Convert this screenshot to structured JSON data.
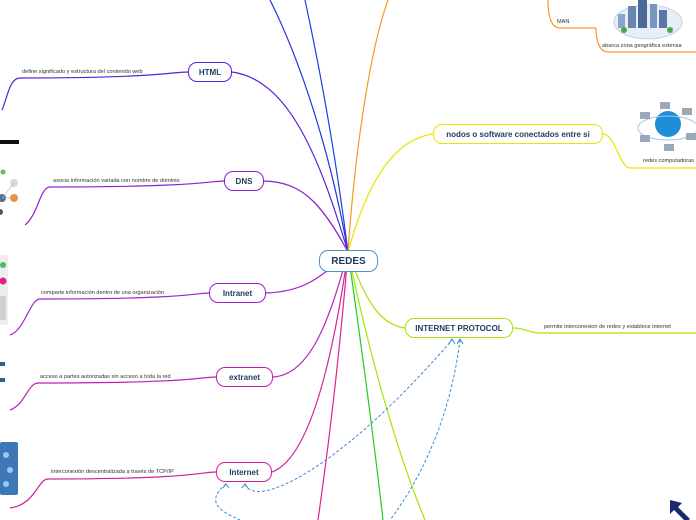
{
  "root": {
    "label": "REDES"
  },
  "branches": [
    {
      "id": "html",
      "label": "HTML",
      "color": "#5b21d6",
      "desc": "define significado y estructura del contenido web"
    },
    {
      "id": "dns",
      "label": "DNS",
      "color": "#8b21d6",
      "desc": "asocia información variada con nombre de dominio"
    },
    {
      "id": "intranet",
      "label": "Intranet",
      "color": "#a020d0",
      "desc": "comparte información dentro de una organización"
    },
    {
      "id": "extranet",
      "label": "extranet",
      "color": "#c01fb5",
      "desc": "acceso a partes  autorizadas sin acceso a toda la red"
    },
    {
      "id": "internet",
      "label": "Internet",
      "color": "#d0209c",
      "desc": "interconexión descentralizada a través de TCP/IP"
    },
    {
      "id": "nodos",
      "label": "nodos o software conectados entre si",
      "color": "#e6e600",
      "desc": "redes computadoras"
    },
    {
      "id": "ip",
      "label": "INTERNET PROTOCOL",
      "color": "#a6e600",
      "desc": "permite interconexion de redes y establece internet"
    }
  ],
  "man": {
    "label": "MAN",
    "desc": "abarca zona geográfica extensa",
    "color": "#f59a20"
  },
  "colors": {
    "root_border": "#4f8fc9",
    "text": "#1e3a5f",
    "dashed": "#3a8bd6"
  }
}
